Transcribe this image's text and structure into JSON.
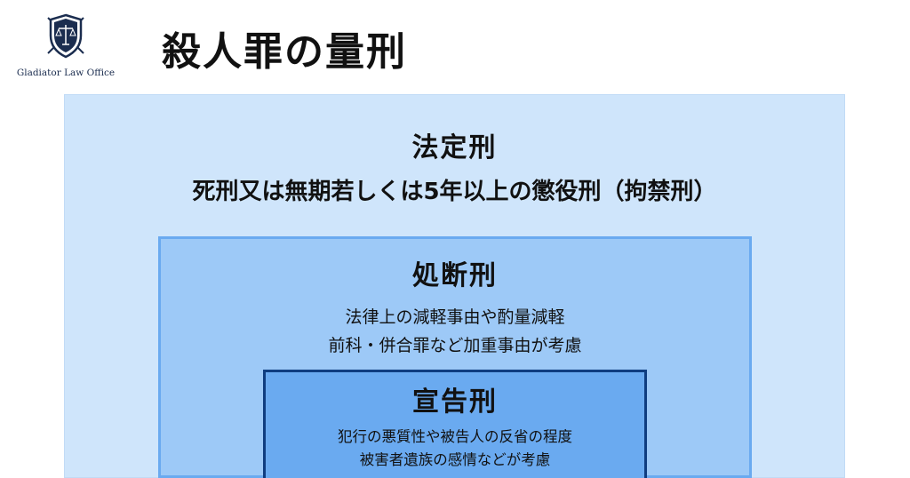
{
  "logo": {
    "text": "Gladiator Law Office"
  },
  "page_title": "殺人罪の量刑",
  "levels": {
    "statutory": {
      "title": "法定刑",
      "description": "死刑又は無期若しくは5年以上の懲役刑（拘禁刑）"
    },
    "disposition": {
      "title": "処断刑",
      "lines": [
        "法律上の減軽事由や酌量減軽",
        "前科・併合罪など加重事由が考慮"
      ]
    },
    "sentence": {
      "title": "宣告刑",
      "lines": [
        "犯行の悪質性や被告人の反省の程度",
        "被害者遺族の感情などが考慮"
      ]
    }
  },
  "colors": {
    "outer_fill": "#cfe5fb",
    "middle_fill": "#9dc9f7",
    "middle_border": "#6aaaf0",
    "inner_fill": "#6aaaf0",
    "inner_border": "#0f3d80",
    "logo_navy": "#1b2d4f"
  }
}
